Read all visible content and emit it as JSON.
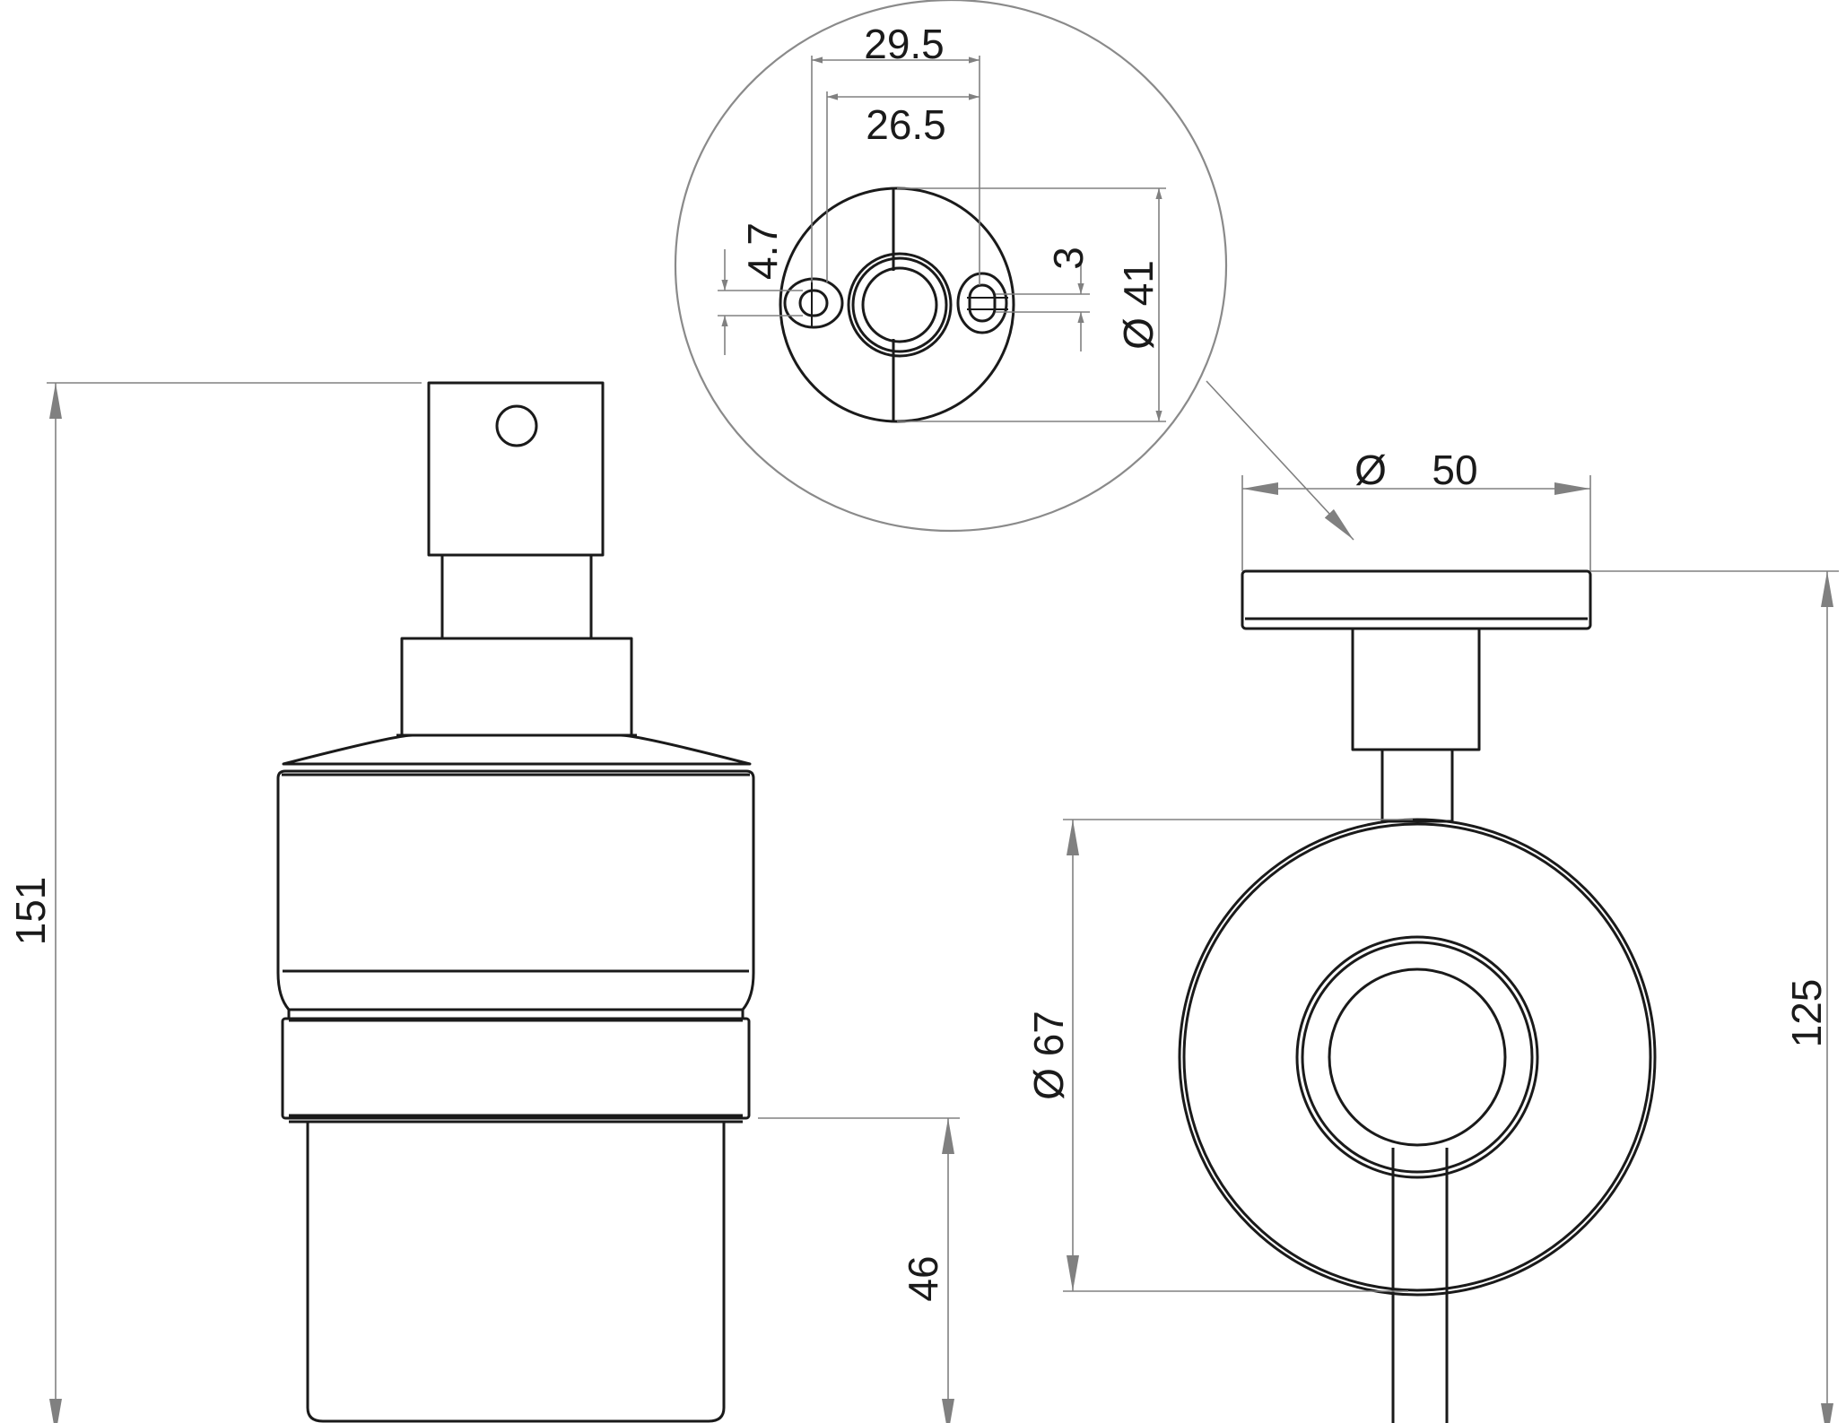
{
  "dimensions": {
    "total_height": "151",
    "container_height": "46",
    "detail_spacing_outer": "29.5",
    "detail_spacing_inner": "26.5",
    "slot_height": "4.7",
    "slot_width": "3",
    "detail_diameter": "Ø 41",
    "plate_diameter_symbol": "Ø",
    "plate_diameter_value": "50",
    "rosette_diameter": "Ø  67",
    "wall_projection": "125"
  },
  "colors": {
    "outline": "#1a1a1a",
    "dimension": "#808080",
    "callout": "#8a8a8a"
  }
}
